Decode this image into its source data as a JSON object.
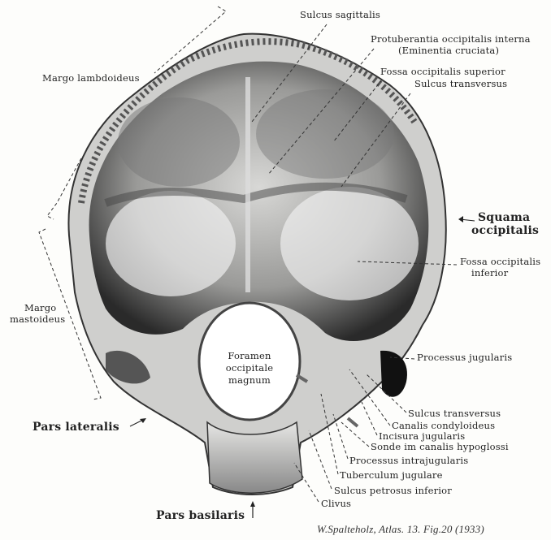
{
  "labels": {
    "sulcus_sagittalis": "Sulcus sagittalis",
    "protuberantia": "Protuberantia occipitalis interna",
    "eminentia": "(Eminentia cruciata)",
    "fossa_sup": "Fossa occipitalis superior",
    "sulcus_transversus_top": "Sulcus transversus",
    "margo_lambdoideus": "Margo lambdoideus",
    "squama_1": "Squama",
    "squama_2": "occipitalis",
    "fossa_inf_1": "Fossa occipitalis",
    "fossa_inf_2": "inferior",
    "margo_mastoideus_1": "Margo",
    "margo_mastoideus_2": "mastoideus",
    "foramen_1": "Foramen",
    "foramen_2": "occipitale",
    "foramen_3": "magnum",
    "processus_jugularis": "Processus jugularis",
    "sulcus_transversus_bottom": "Sulcus transversus",
    "canalis_condyloideus": "Canalis condyloideus",
    "incisura_jugularis": "Incisura jugularis",
    "sonde": "Sonde im canalis hypoglossi",
    "processus_intrajugularis": "Processus intrajugularis",
    "tuberculum_jugulare": "Tuberculum jugulare",
    "sulcus_petrosus": "Sulcus petrosus inferior",
    "clivus": "Clivus",
    "pars_lateralis": "Pars lateralis",
    "pars_basilaris": "Pars basilaris"
  },
  "citation": "W.Spalteholz, Atlas. 13. Fig.20 (1933)"
}
